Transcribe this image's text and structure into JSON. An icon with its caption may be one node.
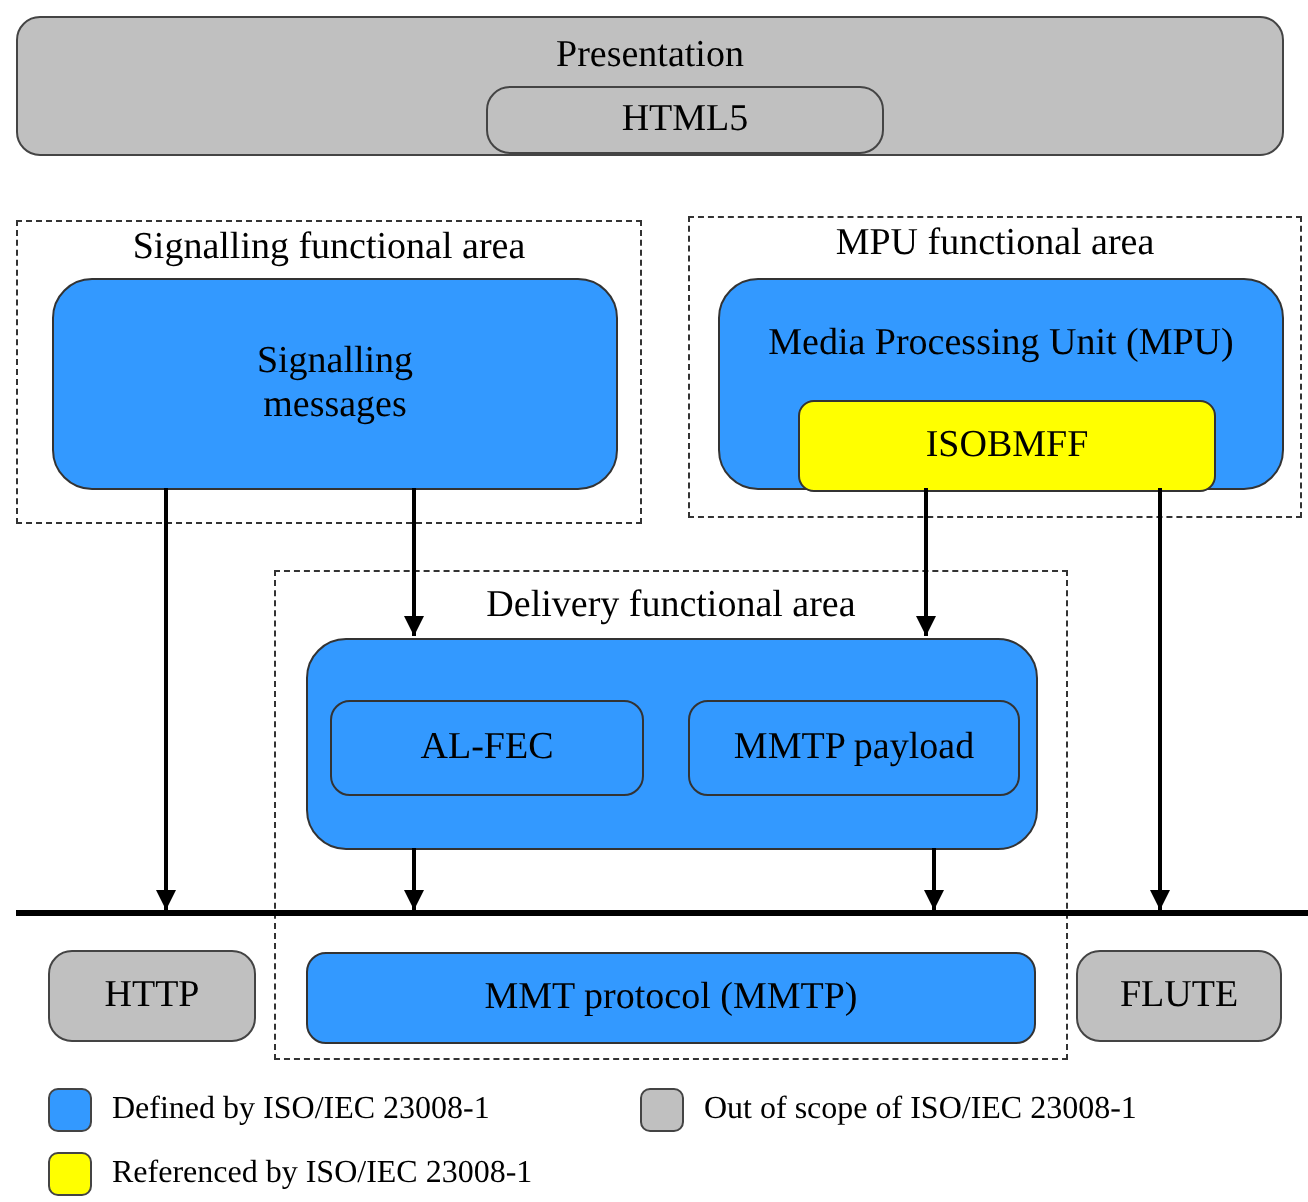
{
  "diagram": {
    "nodes": [
      {
        "text": [
          "Presentation"
        ]
      },
      {
        "text": [
          "HTML5"
        ],
        "in": 0
      },
      {
        "text": [
          "Signalling functional area"
        ]
      },
      {
        "text": [
          "Signalling messages"
        ],
        "in": 2
      },
      {
        "text": [
          "MPU functional area"
        ]
      },
      {
        "text": [
          "Media Processing Unit (MPU)"
        ],
        "in": 4
      },
      {
        "text": [
          "ISOBMFF"
        ],
        "in": 5
      },
      {
        "text": [
          "Delivery functional area"
        ]
      },
      {
        "text": [],
        "shape": "box",
        "in": 7
      },
      {
        "text": [
          "AL-FEC"
        ],
        "in": 8
      },
      {
        "text": [
          "MMTP payload"
        ],
        "in": 8
      },
      {
        "text": [],
        "shape": "bar"
      },
      {
        "text": [
          "HTTP"
        ]
      },
      {
        "text": [
          "MMT protocol (MMTP)"
        ],
        "in": 7
      },
      {
        "text": [
          "FLUTE"
        ]
      }
    ],
    "edges": [
      {
        "from": 3,
        "to": 11,
        "arrow": "to"
      },
      {
        "from": 3,
        "to": 8,
        "arrow": "to"
      },
      {
        "from": 6,
        "to": 8,
        "arrow": "to"
      },
      {
        "from": 5,
        "to": 11,
        "arrow": "to"
      },
      {
        "from": 8,
        "to": 11,
        "arrow": "to"
      },
      {
        "from": 8,
        "to": 11,
        "arrow": "to"
      }
    ],
    "legend": [
      {
        "text": "Defined by ISO/IEC 23008-1",
        "color": "#3399ff"
      },
      {
        "text": "Out of scope of ISO/IEC 23008-1",
        "color": "#c0c0c0"
      },
      {
        "text": "Referenced by ISO/IEC 23008-1",
        "color": "#ffff00"
      }
    ]
  }
}
